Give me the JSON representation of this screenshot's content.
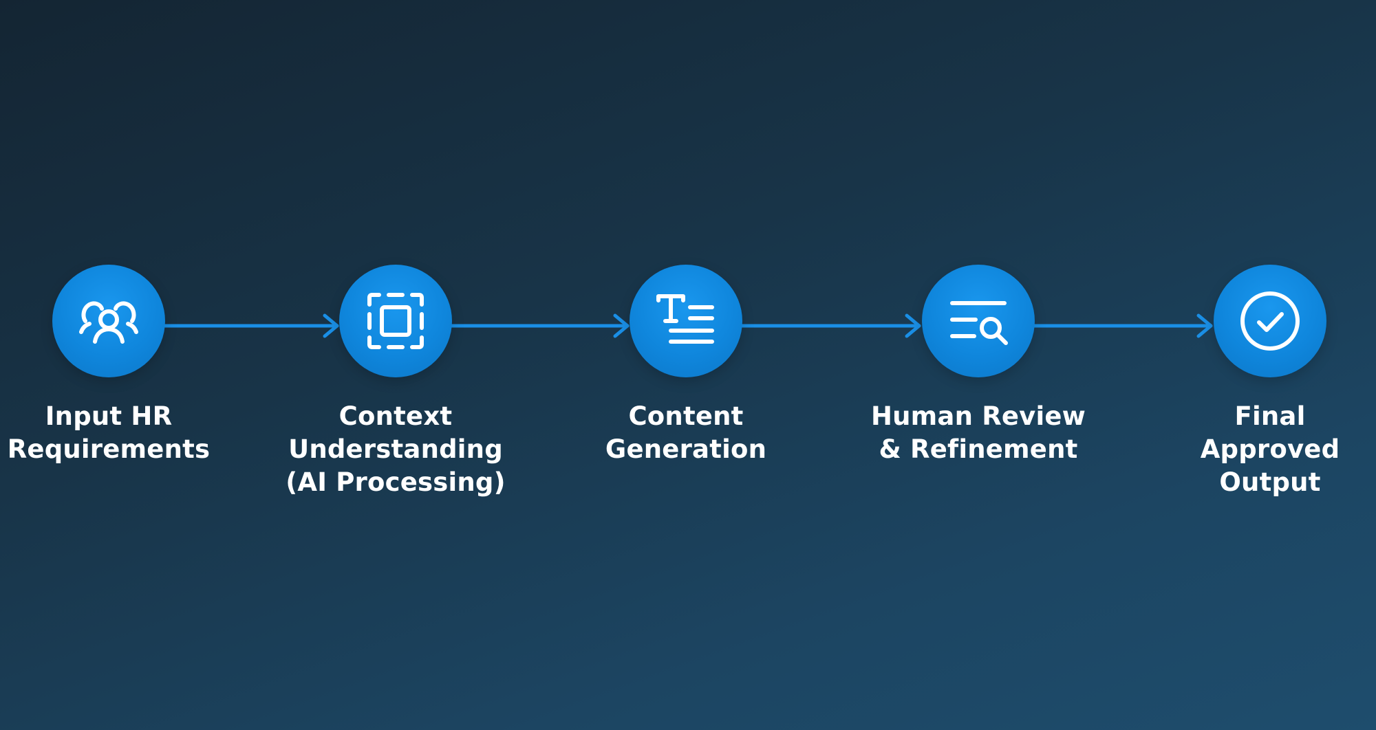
{
  "colors": {
    "accent": "#0f86dc",
    "connector": "#1a8fe6",
    "background_dark": "#142533",
    "background_light": "#1e4d6d",
    "text": "#ffffff"
  },
  "steps": [
    {
      "label": "Input HR\nRequirements",
      "icon": "users-icon"
    },
    {
      "label": "Context\nUnderstanding\n(AI Processing)",
      "icon": "selection-frame-icon"
    },
    {
      "label": "Content\nGeneration",
      "icon": "text-lines-icon"
    },
    {
      "label": "Human Review\n& Refinement",
      "icon": "list-search-icon"
    },
    {
      "label": "Final\nApproved\nOutput",
      "icon": "check-circle-icon"
    }
  ]
}
